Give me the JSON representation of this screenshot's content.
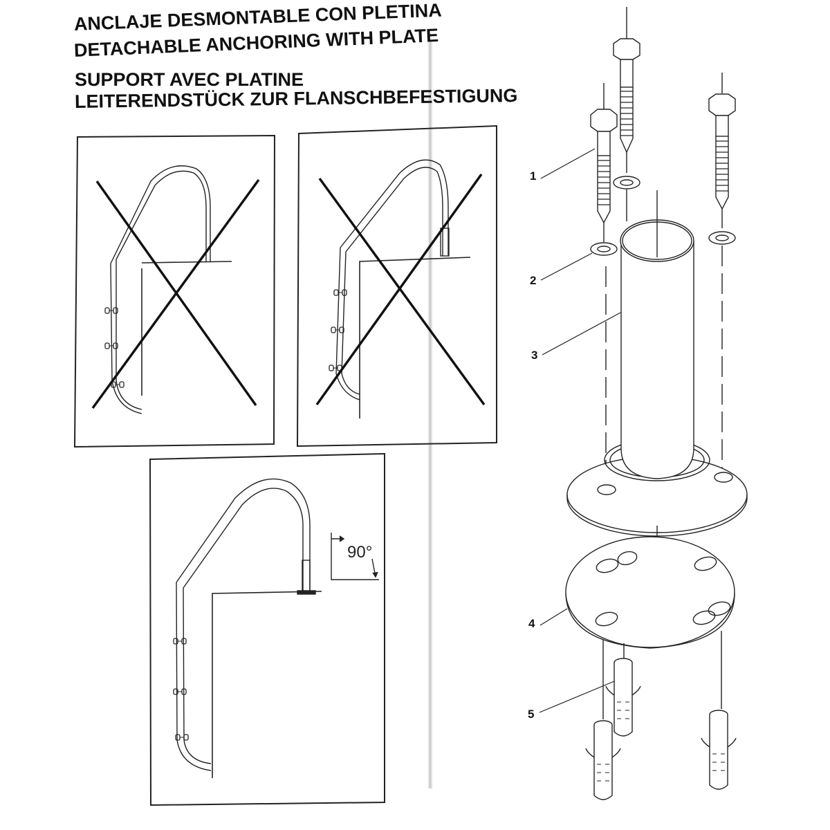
{
  "header": {
    "title_lines": [
      "ANCLAJE DESMONTABLE CON PLETINA",
      "DETACHABLE ANCHORING WITH PLATE",
      "SUPPORT AVEC PLATINE",
      "LEITERENDSTÜCK ZUR FLANSCHBEFESTIGUNG"
    ]
  },
  "panels": [
    {
      "id": "incorrect-1",
      "status": "incorrect",
      "mark": "cross-x-icon"
    },
    {
      "id": "incorrect-2",
      "status": "incorrect",
      "mark": "cross-x-icon"
    },
    {
      "id": "correct",
      "status": "correct",
      "angle_label": "90°"
    }
  ],
  "exploded_view": {
    "callouts": [
      {
        "number": "1",
        "part": "lag-screw"
      },
      {
        "number": "2",
        "part": "washer"
      },
      {
        "number": "3",
        "part": "tube-with-flange"
      },
      {
        "number": "4",
        "part": "mounting-plate"
      },
      {
        "number": "5",
        "part": "wall-plug"
      }
    ]
  }
}
